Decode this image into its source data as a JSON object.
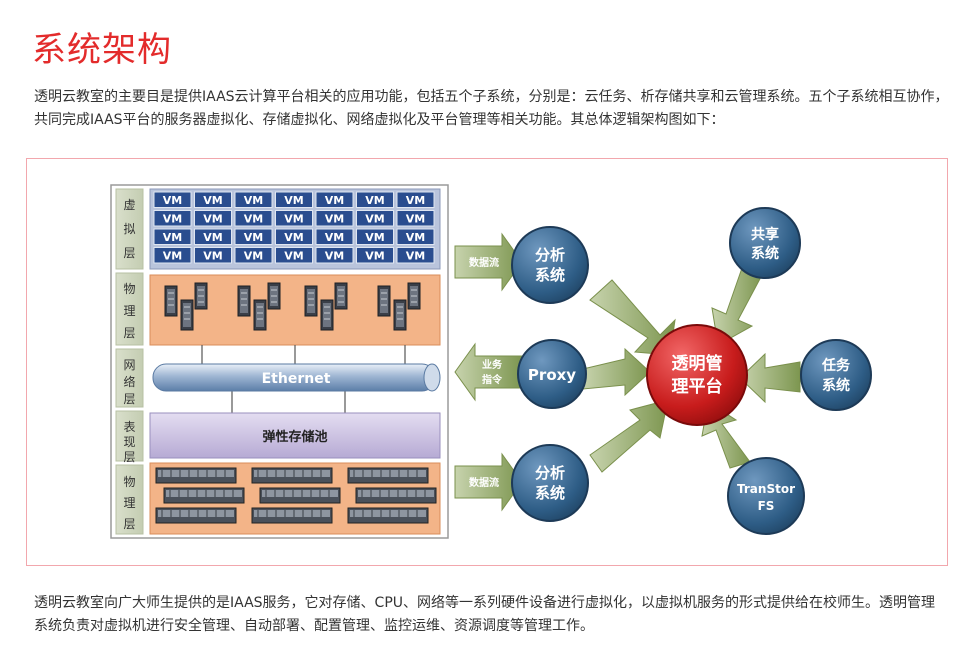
{
  "page": {
    "title": "系统架构",
    "intro": "透明云教室的主要目是提供IAAS云计算平台相关的应用功能，包括五个子系统，分别是：云任务、析存储共享和云管理系统。五个子系统相互协作，共同完成IAAS平台的服务器虚拟化、存储虚拟化、网络虚拟化及平台管理等相关功能。其总体逻辑架构图如下：",
    "footer": "透明云教室向广大师生提供的是IAAS服务，它对存储、CPU、网络等一系列硬件设备进行虚拟化，以虚拟机服务的形式提供给在校师生。透明管理系统负责对虚拟机进行安全管理、自动部署、配置管理、监控运维、资源调度等管理工作。"
  },
  "diagram": {
    "layers": {
      "virtual": "虚拟层",
      "physical_top": "物理层",
      "network": "网络层",
      "presentation": "表现层",
      "physical_bottom": "物理层"
    },
    "vm_label": "VM",
    "ethernet_label": "Ethernet",
    "storage_pool_label": "弹性存储池",
    "arrows": {
      "data_flow_top": "数据流",
      "business_cmd": "业务指令",
      "data_flow_bottom": "数据流"
    },
    "nodes": {
      "analysis_top": "分析系统",
      "proxy": "Proxy",
      "analysis_bottom": "分析系统",
      "center": "透明管理平台",
      "share": "共享系统",
      "task": "任务系统",
      "transtor": "TranStor FS"
    }
  },
  "colors": {
    "title": "#e32b2b",
    "vm_blue": "#2a4d8f",
    "layer_orange": "#f3b488",
    "storage_purple": "#c9c0e0",
    "node_blue": "#2e5d86",
    "center_red": "#c01818",
    "arrow_green": "#8aa35b"
  }
}
